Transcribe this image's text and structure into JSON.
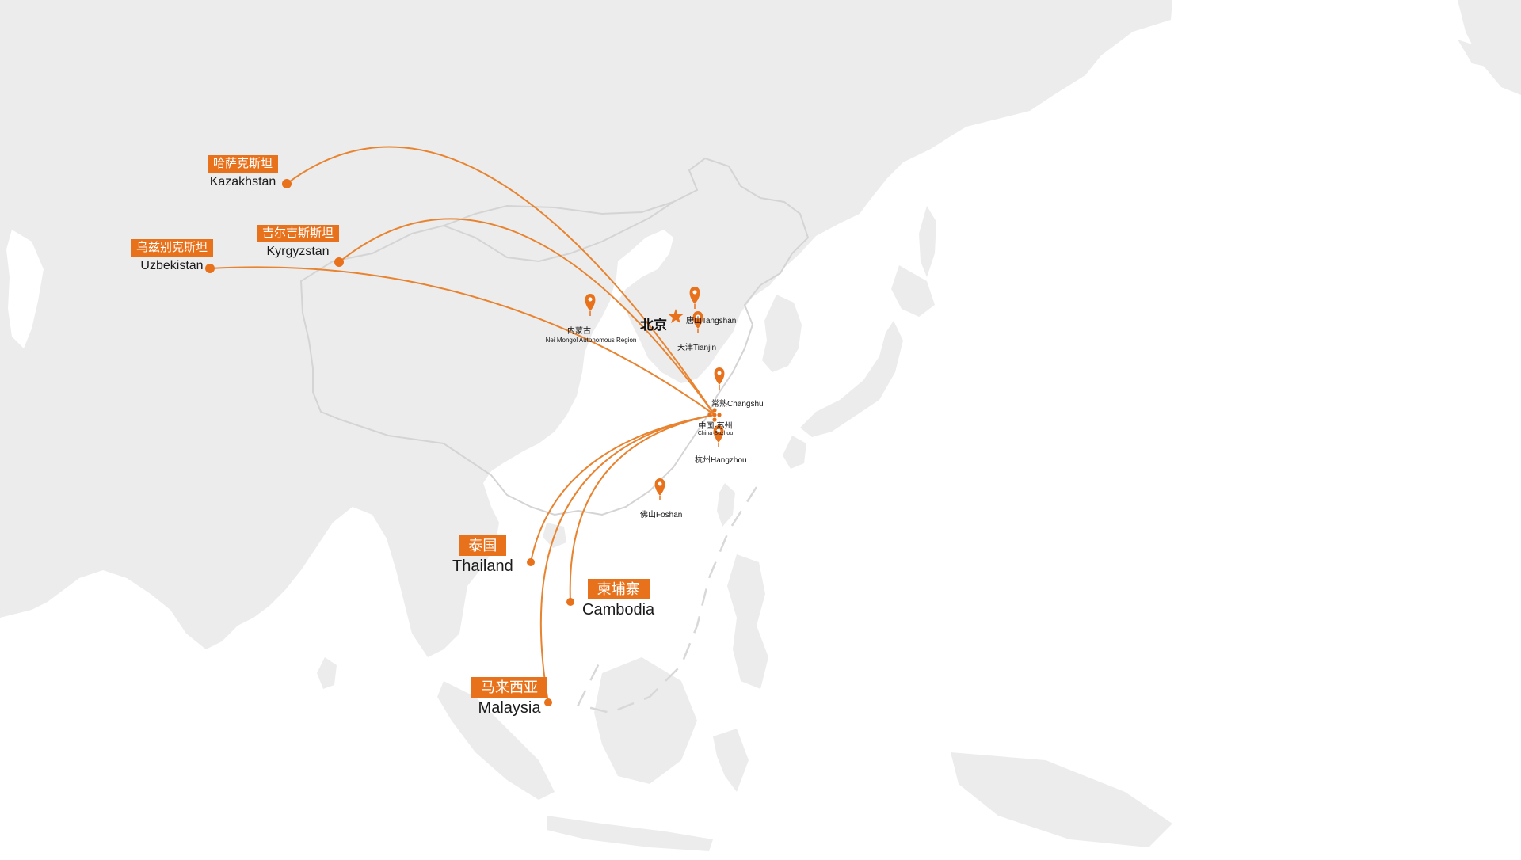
{
  "colors": {
    "accent": "#e8721c",
    "land": "#ececec",
    "border": "#d4d4d4",
    "route": "#e8832f",
    "dashed_line": "#d8d8d8"
  },
  "capital": {
    "name": "北京",
    "icon": "star-icon"
  },
  "hub": {
    "name": "中国·苏州",
    "subname": "China·Suzhou",
    "icon": "hub-marker-icon"
  },
  "domestic_sites": [
    {
      "id": "inner-mongolia",
      "name": "内蒙古",
      "subname": "Nei Mongol Autonomous Region",
      "icon": "location-pin-icon"
    },
    {
      "id": "tangshan",
      "name": "唐山Tangshan",
      "icon": "location-pin-icon"
    },
    {
      "id": "tianjin",
      "name": "天津Tianjin",
      "icon": "location-pin-icon"
    },
    {
      "id": "changshu",
      "name": "常熟Changshu",
      "icon": "location-pin-icon"
    },
    {
      "id": "hangzhou",
      "name": "杭州Hangzhou",
      "icon": "location-pin-icon"
    },
    {
      "id": "foshan",
      "name": "佛山Foshan",
      "icon": "location-pin-icon"
    }
  ],
  "destinations": [
    {
      "id": "kazakhstan",
      "name_zh": "哈萨克斯坦",
      "name_en": "Kazakhstan"
    },
    {
      "id": "kyrgyzstan",
      "name_zh": "吉尔吉斯斯坦",
      "name_en": "Kyrgyzstan"
    },
    {
      "id": "uzbekistan",
      "name_zh": "乌兹别克斯坦",
      "name_en": "Uzbekistan"
    },
    {
      "id": "thailand",
      "name_zh": "泰国",
      "name_en": "Thailand"
    },
    {
      "id": "cambodia",
      "name_zh": "柬埔寨",
      "name_en": "Cambodia"
    },
    {
      "id": "malaysia",
      "name_zh": "马来西亚",
      "name_en": "Malaysia"
    }
  ]
}
